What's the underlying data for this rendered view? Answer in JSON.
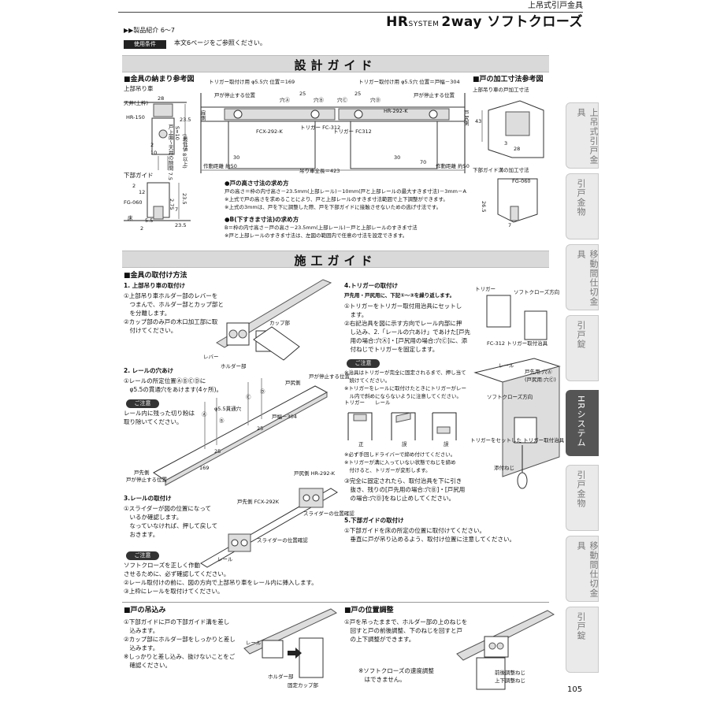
{
  "header": {
    "category": "上吊式引戸金具",
    "brand": "HR",
    "system": "SYSTEM",
    "title": "2way ソフトクローズ"
  },
  "intro": "▶▶製品紹介 6〜7",
  "conditions": {
    "badge": "使用条件",
    "text": "本文6ページをご参照ください。"
  },
  "design_guide": {
    "title": "設計ガイド",
    "fitting_heading": "■金具の納まり参考図",
    "top_hanger_label": "上部吊り車",
    "top_labels": [
      "天井(上枠)",
      "HR-150",
      "28",
      "23.5",
      "2",
      "10",
      "戸上面〜天井の隙間 7.5",
      "S=10",
      "(最低値 8以上)"
    ],
    "bottom_guide_label": "下部ガイド",
    "bottom_labels": [
      "2",
      "12",
      "FG-060",
      "23.5",
      "2.75",
      "7",
      "床",
      "5.5",
      "23.5",
      "2"
    ],
    "center_labels": {
      "left_trigger": "トリガー取付け用 φ5.5穴 位置＝169",
      "right_trigger": "トリガー取付け用 φ5.5穴 位置＝戸幅－304",
      "door_stop_left": "戸が停止する位置",
      "door_stop_right": "戸が停止する位置",
      "fcx_left": "FCX-292-K",
      "fc_left": "トリガー FC-312",
      "fc_right": "トリガー FC312",
      "hr_right": "HR-292-K",
      "hole_a": "穴Ⓐ",
      "hole_b": "穴Ⓑ",
      "hole_c": "穴Ⓒ",
      "hole_d": "穴Ⓓ",
      "dim_25": "25",
      "dim_30": "30",
      "dim_70": "70",
      "dim_3": "3",
      "wall": "戸当り",
      "min_left": "作動距離 約50",
      "min_right": "作動距離 約50",
      "rail_length": "吊り車全長＝423",
      "frame_left": "扉側",
      "frame_right": "戸尻側"
    },
    "door_heading": "■戸の加工寸法参考図",
    "door_top_label": "上部吊り車の戸加工寸法",
    "door_top_dims": [
      "43",
      "3",
      "28"
    ],
    "door_bottom_label": "下部ガイド溝の加工寸法",
    "door_bottom_dims": [
      "FG-060",
      "7",
      "26.5"
    ],
    "height_heading": "●戸の高さ寸法の求め方",
    "height_formula": "戸の高さ＝枠の内寸高さ－23.5mm(上部レール)－10mm(戸と上部レールの最大すきま寸法)－3mm－A",
    "height_note1": "※上式で戸の高さを求めることにより、戸と上部レールのすきま寸法範囲で上下調整ができます。",
    "height_note2": "※上式の3mmは、戸を下に調整した際、戸を下部ガイドに接触させないための逃げ寸法です。",
    "gap_heading": "●B(下すきま寸法)の求め方",
    "gap_formula": "B＝枠の内寸高さ－戸の高さ－23.5mm(上部レール)－戸と上部レールのすきま寸法",
    "gap_note": "※戸と上部レールのすきま寸法は、左図の範囲内で任意の寸法を設定できます。"
  },
  "install_guide": {
    "title": "施工ガイド",
    "heading": "■金具の取付け方法",
    "step1": {
      "title": "1. 上部吊り車の取付け",
      "lines": [
        "①上部吊り車ホルダー部のレバーを",
        "　つまんで、ホルダー部とカップ部と",
        "　を分離します。",
        "②カップ部のみ戸の木口加工部に取",
        "　付けてください。"
      ],
      "labels": [
        "カップ部",
        "レバー",
        "ホルダー部"
      ]
    },
    "step2": {
      "title": "2. レールの穴あけ",
      "lines": [
        "①レールの所定位置ⒶⒷⒸⒹに",
        "　φ5.5の貫通穴をあけます(4ヶ所)。"
      ],
      "caution": "ご注意",
      "caution_text": [
        "レール内に残った切り粉は",
        "取り除いてください。"
      ],
      "labels": [
        "戸が停止する位置",
        "戸が停止する位置",
        "φ5.5貫通穴",
        "Ⓐ",
        "Ⓑ",
        "Ⓒ",
        "Ⓓ",
        "戸尻側",
        "25",
        "戸幅－304",
        "25",
        "169",
        "戸先側"
      ]
    },
    "step3": {
      "title": "3.レールの取付け",
      "lines": [
        "①スライダーが図の位置になって",
        "　いるか確認します。",
        "　なっていなければ、押して戻して",
        "　おきます。"
      ],
      "caution": "ご注意",
      "caution_text": [
        "ソフトクローズを正しく作動",
        "させるために、必ず確認してください。"
      ],
      "after": [
        "②レール取付けの前に、図の方向で上部吊り車をレール内に挿入します。",
        "③上枠にレールを取付けてください。"
      ],
      "labels": [
        "戸尻側 HR-292-K",
        "戸先側 FCX-292K",
        "スライダーの位置確認",
        "スライダーの位置確認",
        "レール"
      ]
    },
    "step4": {
      "title": "4.トリガーの取付け",
      "subtitle": "戸先用・戸尻用に、下記①〜③を繰り返します。",
      "lines": [
        "①トリガーをトリガー取付用治具にセットし",
        "　ます。",
        "②右記治具を図に示す方向でレール内部に押",
        "　し込み、2.「レールの穴あけ」であけた[戸先",
        "　用の場合:穴Ⓐ]・[戸尻用の場合:穴Ⓒ]に、添",
        "　付ねじでトリガーを固定します。"
      ],
      "caution": "ご注意",
      "caution_text": [
        "※治具はトリガーが完全に固定されるまで、押し当て",
        "　続けてください。",
        "※トリガーをレールに取付けたときにトリガーがレー",
        "　ル内で斜めにならないように注意してください。"
      ],
      "diagram_labels": [
        "トリガー",
        "レール",
        "正",
        "誤",
        "誤"
      ],
      "after": [
        "※必ず手回しドライバーで締め付けてください。",
        "※トリガーが溝に入っていない状態でねじを締め",
        "　付けると、トリガーが変形します。",
        "③完全に固定されたら、取付治具を下に引き",
        "　抜き、残りの[戸先用の場合:穴Ⓑ]・[戸尻用",
        "　の場合:穴Ⓓ]をねじ止めしてください。"
      ],
      "labels": [
        "トリガー",
        "ソフトクローズ方向",
        "FC-312 トリガー取付治具",
        "レール",
        "戸先用:穴Ⓐ",
        "(戸尻用:穴Ⓒ)",
        "ソフトクローズ方向",
        "トリガーをセットした トリガー取付治具",
        "添付ねじ"
      ]
    },
    "step5": {
      "title": "5.下部ガイドの取付け",
      "lines": [
        "①下部ガイドを床の所定の位置に取付けてください。",
        "　垂直に戸が吊り込めるよう、取付け位置に注意してください。"
      ]
    },
    "hang": {
      "title": "■戸の吊込み",
      "lines": [
        "①下部ガイドに戸の下部ガイド溝を差し",
        "　込みます。",
        "②カップ部にホルダー部をしっかりと差し",
        "　込みます。",
        "※しっかりと差し込み、抜けないことをご",
        "　確認ください。"
      ],
      "labels": [
        "レール",
        "ホルダー部",
        "固定カップ部"
      ]
    },
    "adjust": {
      "title": "■戸の位置調整",
      "lines": [
        "①戸を吊ったままで、ホルダー部の上のねじを",
        "　回すと戸の前後調整、下のねじを回すと戸",
        "　の上下調整ができます。"
      ],
      "note": [
        "※ソフトクローズの速度調整",
        "　はできません。"
      ],
      "labels": [
        "前後調整ねじ",
        "上下調整ねじ"
      ]
    }
  },
  "side_tabs": [
    "上吊式引戸金具",
    "引戸金物",
    "移動間仕切金具",
    "引戸錠",
    "HRシステム",
    "引戸金物",
    "移動間仕切金具",
    "引戸錠"
  ],
  "side_active": "HRシステム",
  "page_number": "105"
}
